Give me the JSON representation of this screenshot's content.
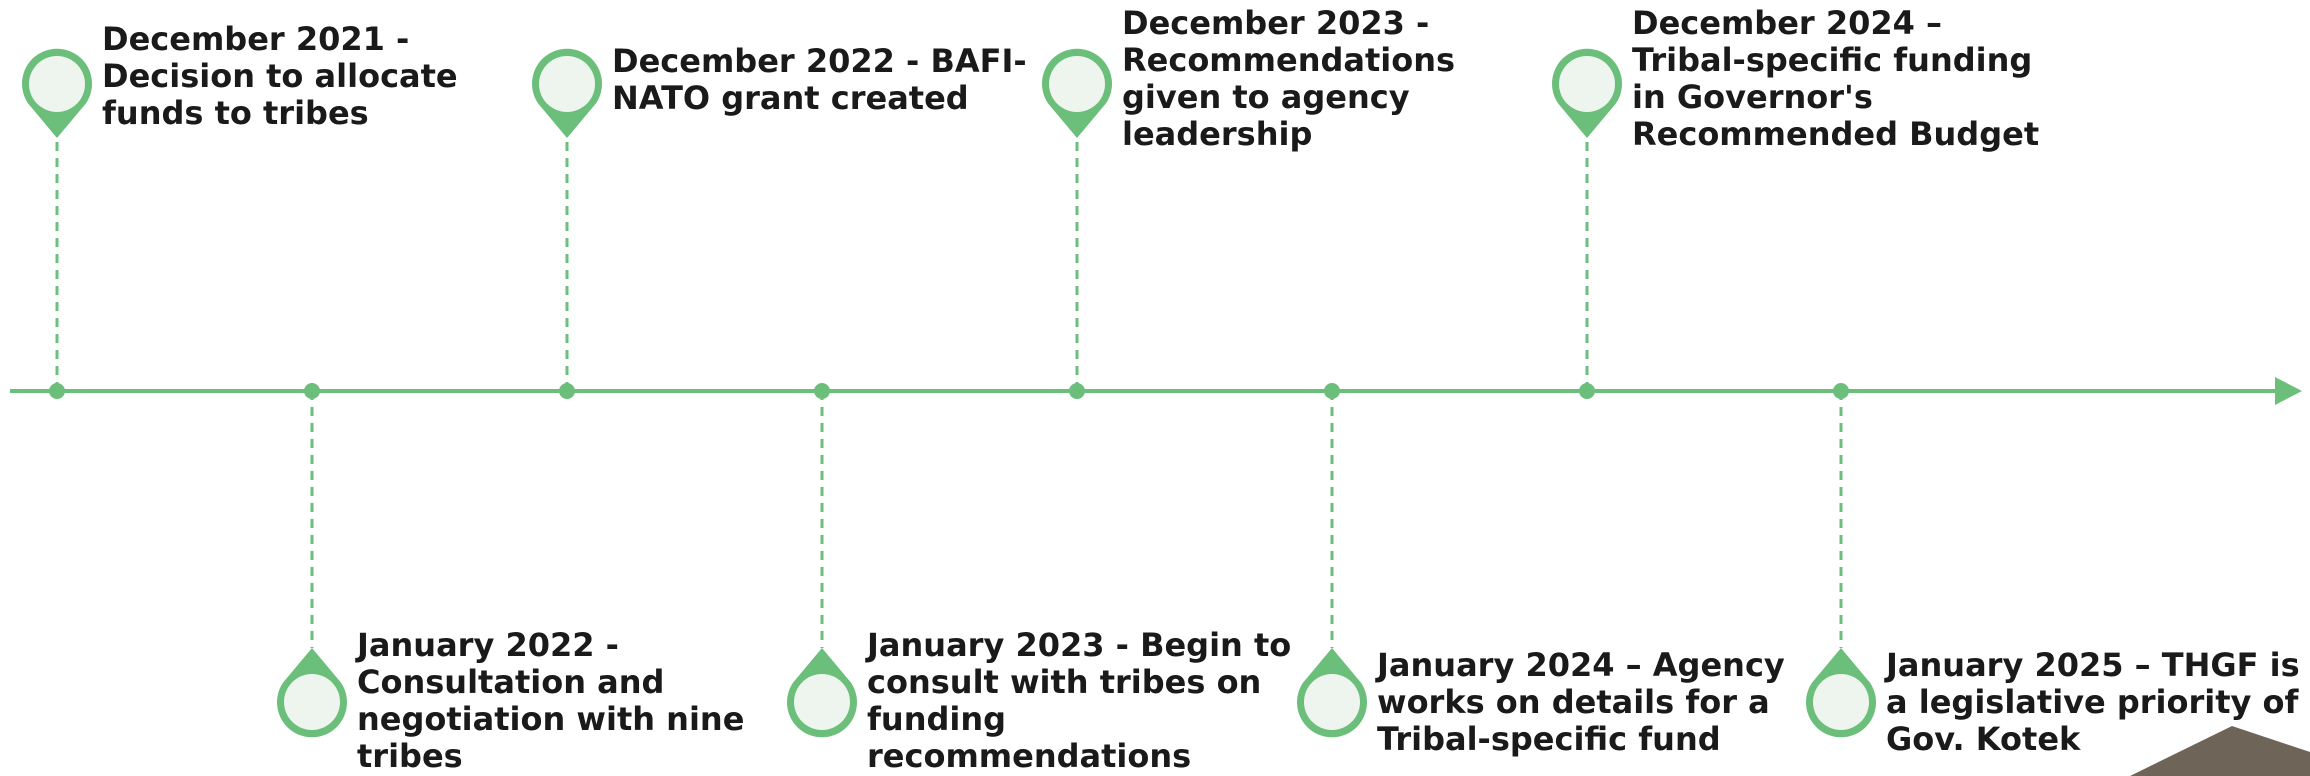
{
  "colors": {
    "timeline_green": "#6bbf7a",
    "pin_fill": "#eef5ef",
    "text": "#1a1a1a",
    "corner_shape": "#6e6458"
  },
  "events": [
    {
      "label": "December 2021 -\nDecision to allocate\nfunds to tribes",
      "side": "top",
      "icon": "map-pin-icon"
    },
    {
      "label": "January 2022 -\nConsultation and\nnegotiation with nine\ntribes",
      "side": "bottom",
      "icon": "map-pin-icon"
    },
    {
      "label": "December 2022 - BAFI-\nNATO grant created",
      "side": "top",
      "icon": "map-pin-icon"
    },
    {
      "label": "January 2023 - Begin to\nconsult with tribes on\nfunding\nrecommendations",
      "side": "bottom",
      "icon": "map-pin-icon"
    },
    {
      "label": "December 2023 -\nRecommendations\ngiven to agency\nleadership",
      "side": "top",
      "icon": "map-pin-icon"
    },
    {
      "label": "January 2024 – Agency\nworks on details for a\nTribal-specific fund",
      "side": "bottom",
      "icon": "map-pin-icon"
    },
    {
      "label": "December 2024 –\nTribal-specific funding\nin Governor's\nRecommended Budget",
      "side": "top",
      "icon": "map-pin-icon"
    },
    {
      "label": "January 2025 – THGF is\na legislative priority of\nGov. Kotek",
      "side": "bottom",
      "icon": "map-pin-icon"
    }
  ]
}
